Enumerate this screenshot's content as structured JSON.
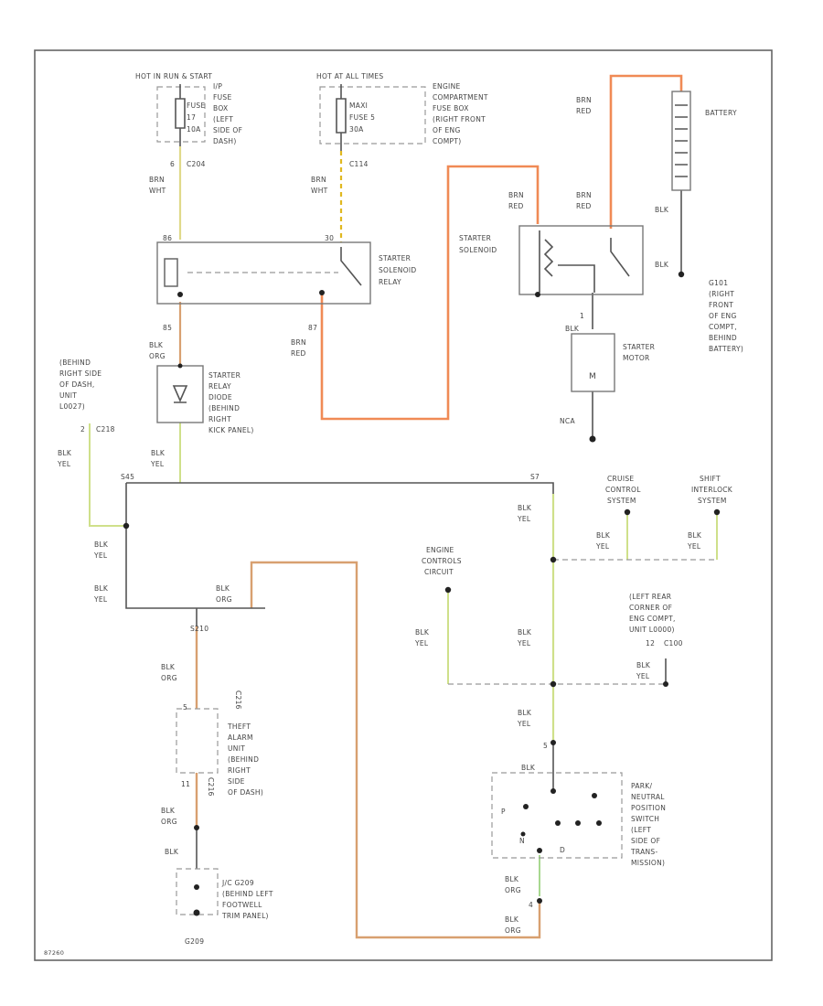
{
  "colors": {
    "brn_red": "#f08a55",
    "brn_wht": "#e0d98a",
    "blk_yel": "#cfe08a",
    "blk_org": "#d8a070",
    "yel_dash": "#e0b820",
    "grn_short": "#a8d890",
    "black": "#555555"
  },
  "fuse1": {
    "header": "HOT IN RUN & START",
    "fuse": "FUSE",
    "num": "17",
    "amps": "10A",
    "loc": [
      "I/P",
      "FUSE",
      "BOX",
      "(LEFT",
      "SIDE OF",
      "DASH)"
    ],
    "conn": "C204",
    "pin": "6",
    "wire": [
      "BRN",
      "WHT"
    ]
  },
  "fuse2": {
    "header": "HOT AT ALL TIMES",
    "fuse": [
      "MAXI",
      "FUSE 5",
      "30A"
    ],
    "loc": [
      "ENGINE",
      "COMPARTMENT",
      "FUSE BOX",
      "(RIGHT FRONT",
      "OF ENG",
      "COMPT)"
    ],
    "conn": "C114",
    "wire": [
      "BRN",
      "WHT"
    ]
  },
  "relay": {
    "pin_left": "86",
    "pin_right": "30",
    "label": [
      "STARTER",
      "SOLENOID",
      "RELAY"
    ],
    "pin_out": "87",
    "wire_out": [
      "BRN",
      "RED"
    ],
    "pin_bottom": "85",
    "wire_bottom": [
      "BLK",
      "ORG"
    ]
  },
  "diode": {
    "label": [
      "STARTER",
      "RELAY",
      "DIODE",
      "(BEHIND",
      "RIGHT",
      "KICK PANEL)"
    ],
    "wire": [
      "BLK",
      "YEL"
    ]
  },
  "solenoid": {
    "label": [
      "STARTER",
      "SOLENOID"
    ],
    "wire_in": [
      "BRN",
      "RED"
    ],
    "wire_bat": [
      "BRN",
      "RED"
    ],
    "wire_top": [
      "BRN",
      "RED"
    ]
  },
  "battery": {
    "label": "BATTERY",
    "wire_neg": "BLK",
    "wire_neg2": "BLK",
    "ground": [
      "G101",
      "(RIGHT",
      "FRONT",
      "OF ENG",
      "COMPT,",
      "BEHIND",
      "BATTERY)"
    ]
  },
  "motor": {
    "pin": "1",
    "wire": "BLK",
    "label": [
      "STARTER",
      "MOTOR"
    ],
    "m": "M",
    "ground": "NCA"
  },
  "left_ground": {
    "label": [
      "(BEHIND",
      "RIGHT SIDE",
      "OF DASH,",
      "UNIT",
      "L0027)"
    ],
    "pin": "2",
    "conn": "C218",
    "wire": [
      "BLK",
      "YEL"
    ]
  },
  "splices": {
    "s1": "S45",
    "s2": "S7",
    "s3": "S210"
  },
  "cruise": {
    "label": [
      "CRUISE",
      "CONTROL",
      "SYSTEM"
    ],
    "wire": [
      "BLK",
      "YEL"
    ]
  },
  "shift": {
    "label": [
      "SHIFT",
      "INTERLOCK",
      "SYSTEM"
    ],
    "wire": [
      "BLK",
      "YEL"
    ]
  },
  "engine_ctrl": {
    "label": [
      "ENGINE",
      "CONTROLS",
      "CIRCUIT"
    ],
    "wire": [
      "BLK",
      "YEL"
    ]
  },
  "rear_corner": {
    "label": [
      "(LEFT REAR",
      "CORNER OF",
      "ENG COMPT,",
      "UNIT L0000)"
    ],
    "pin": "12",
    "conn": "C100",
    "wire": [
      "BLK",
      "YEL"
    ]
  },
  "wires": {
    "w1": [
      "BLK",
      "YEL"
    ],
    "w2": [
      "BLK",
      "YEL"
    ],
    "w3": [
      "BLK",
      "ORG"
    ],
    "w4": [
      "BLK",
      "YEL"
    ],
    "w5": [
      "BLK",
      "YEL"
    ],
    "w6": [
      "BLK",
      "YEL"
    ]
  },
  "theft": {
    "wire_in": [
      "BLK",
      "ORG"
    ],
    "pin_top": "5",
    "conn_top": "C216",
    "label": [
      "THEFT",
      "ALARM",
      "UNIT",
      "(BEHIND",
      "RIGHT",
      "SIDE",
      "OF DASH)"
    ],
    "pin_bottom": "11",
    "conn_bottom": "C216",
    "wire_out": [
      "BLK",
      "ORG"
    ]
  },
  "jc": {
    "wire": "BLK",
    "label": [
      "J/C G209",
      "(BEHIND LEFT",
      "FOOTWELL",
      "TRIM PANEL)"
    ],
    "ground": "G209"
  },
  "pnp": {
    "pin_top": "5",
    "wire_top": "BLK",
    "label": [
      "PARK/",
      "NEUTRAL",
      "POSITION",
      "SWITCH",
      "(LEFT",
      "SIDE OF",
      "TRANS-",
      "MISSION)"
    ],
    "p": "P",
    "n": "N",
    "d": "D",
    "wire_bottom": [
      "BLK",
      "ORG"
    ],
    "pin_bottom": "4",
    "wire_bottom2": [
      "BLK",
      "ORG"
    ]
  },
  "footer": "87260"
}
